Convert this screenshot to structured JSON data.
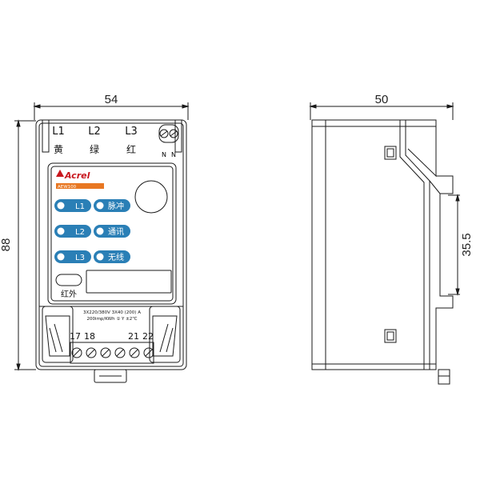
{
  "dimensions": {
    "front_width": "54",
    "front_height": "88",
    "side_width": "50",
    "rail_height": "35.5"
  },
  "terminals_top": {
    "l1": "L1",
    "l2": "L2",
    "l3": "L3",
    "color_l1": "黄",
    "color_l2": "绿",
    "color_l3": "红",
    "n1": "N",
    "n2": "N"
  },
  "panel": {
    "brand": "Acrel",
    "model": "AEW100",
    "ind_l1": "L1",
    "ind_l2": "L2",
    "ind_l3": "L3",
    "pulse": "脉冲",
    "comm": "通讯",
    "wireless": "无线",
    "infrared": "红外"
  },
  "rating": {
    "line1": "3X220/380V  3X40 (200) A",
    "line2": "200imp/KWh  ①  Y  ±2℃"
  },
  "terminals_bottom": {
    "t17": "17",
    "t18": "18",
    "t21": "21",
    "t22": "22"
  },
  "colors": {
    "line": "#1a1a1a",
    "pill": "#2a7fb6",
    "brand": "#c8161d",
    "model_bar": "#e87722",
    "panel_bg": "#ffffff"
  }
}
